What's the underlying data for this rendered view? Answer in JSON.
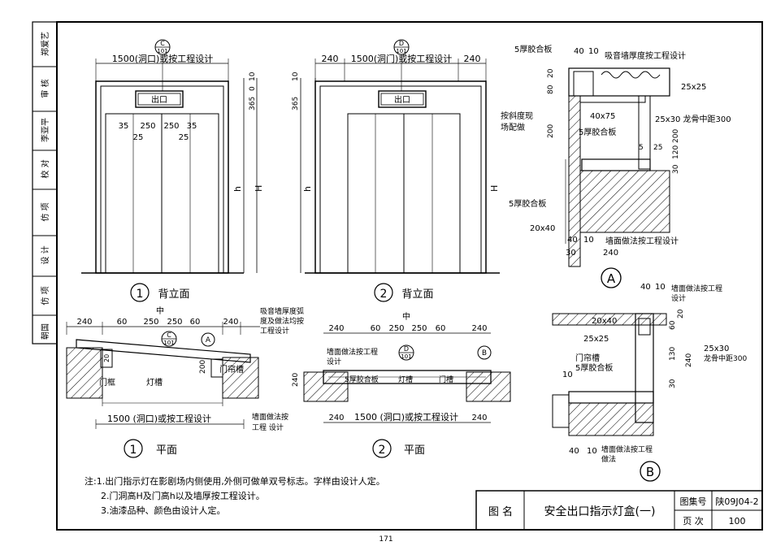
{
  "side_strip": [
    "朝国",
    "仿 项",
    "设 计",
    "仿 项",
    "校 对",
    "李亚平",
    "审 核",
    "郑爱艺"
  ],
  "dims": {
    "top_left": "1500(洞口)或按工程设计",
    "top_right_a": "240",
    "top_right_b": "1500(洞门)或按工程设计",
    "top_right_c": "240",
    "bottom_left": "1500 (洞口)或按工程设计",
    "bottom_right": "1500 (洞口)或按工程设计",
    "d240": "240",
    "d60": "60",
    "d250": "250",
    "d35": "35",
    "d25": "25",
    "d365": "365",
    "d10": "10",
    "d0": "0",
    "d200": "200",
    "d40": "40",
    "d20": "20",
    "d80": "80",
    "d30": "30",
    "d5": "5",
    "d120": "120",
    "d130": "130",
    "h": "h",
    "H": "H"
  },
  "callouts": {
    "c_top": "C",
    "c_bottom": "101",
    "d_top": "D",
    "d_bottom": "101",
    "a_letter": "A",
    "b_letter": "B",
    "a_sub": "-"
  },
  "labels": {
    "exit_sign": "出口",
    "rear_elev_1": "背立面",
    "rear_elev_2": "背立面",
    "plan_1": "平面",
    "plan_2": "平面",
    "num_1": "1",
    "num_2": "2",
    "zhong": "中",
    "plan1_sound": "吸音墙厚度弧",
    "plan1_sound2": "度及做法均按",
    "plan1_sound3": "工程设计",
    "door_curtain": "门帘槽",
    "door_frame": "门框",
    "light_slot": "灯槽",
    "wall_method": "墙面做法按",
    "wall_method2": "工程 设计",
    "wall_method_b": "墙面做法按工程",
    "wall_method_b2": "设计",
    "plywood_row": "5厚胶合板",
    "plan2_light": "灯槽",
    "plan2_door": "门槽",
    "a_plywood_top": "5厚胶合板",
    "a_sound": "吸音墙厚度按工程设计",
    "a_25x25": "25x25",
    "a_40x75": "40x75",
    "a_25x30": "25x30 龙骨中距300",
    "a_slope1": "按斜度现",
    "a_slope2": "场配做",
    "a_plywood_mid": "5厚胶合板",
    "a_plywood_bot": "5厚胶合板",
    "a_20x40": "20x40",
    "a_wall": "墙面做法按工程设计",
    "b_wall_top": "墙面做法按工程",
    "b_wall_top2": "设计",
    "b_20x40": "20x40",
    "b_25x25": "25x25",
    "b_25x30": "25x30",
    "b_keel": "龙骨中距300",
    "b_curtain": "门帘槽",
    "b_plywood": "5厚胶合板",
    "b_wall_bot": "墙面做法按工程",
    "b_wall_bot2": "做法"
  },
  "notes": [
    "注:1.出门指示灯在影剧场内侧使用,外侧可做单双号标志。字样由设计人定。",
    "2.门洞高H及门高h以及墙厚按工程设计。",
    "3.油漆品种、颜色由设计人定。"
  ],
  "title_block": {
    "label": "图  名",
    "title": "安全出口指示灯盒(一)",
    "set_label": "图集号",
    "set_value": "陕09J04-2",
    "page_label": "页  次",
    "page_value": "100"
  },
  "page_number": "171"
}
